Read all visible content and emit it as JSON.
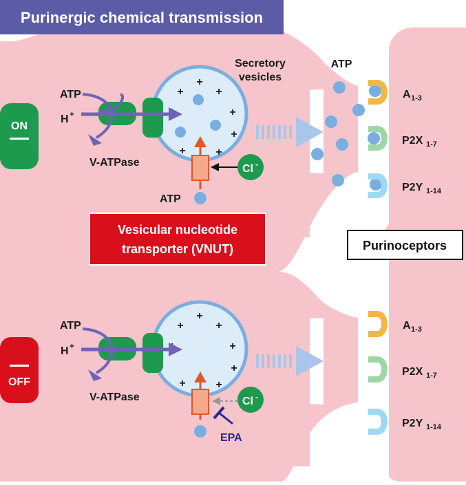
{
  "title": "Purinergic chemical transmission",
  "labels": {
    "secretory_1": "Secretory",
    "secretory_2": "vesicles",
    "atp_release": "ATP",
    "atp_top_pump": "ATP",
    "atp_bottom_pump": "ATP",
    "h_plus": "H",
    "plus": "+",
    "vatpase_top": "V-ATPase",
    "vatpase_bottom": "V-ATPase",
    "atp_vnut": "ATP",
    "cl": "Cl",
    "minus": "-",
    "epa": "EPA",
    "vnut_1": "Vesicular nucleotide",
    "vnut_2": "transporter (VNUT)",
    "purinoceptors": "Purinoceptors"
  },
  "states": {
    "on": "ON",
    "off": "OFF"
  },
  "receptors": [
    {
      "name": "A",
      "sub": "1-3",
      "color": "#f2b748"
    },
    {
      "name": "P2X",
      "sub": "1-7",
      "color": "#9fd6a6"
    },
    {
      "name": "P2Y",
      "sub": "1-14",
      "color": "#9fd8f2"
    }
  ],
  "colors": {
    "cell": "#f6c5cb",
    "vesicle": "#dcecf9",
    "atp_dot": "#7aaee0",
    "green": "#1d9a4e",
    "arrow_purple": "#6e63b7",
    "vnut_red": "#d9101c",
    "title_bg": "#5b5ba6",
    "epa_blue": "#2a2a8c"
  }
}
